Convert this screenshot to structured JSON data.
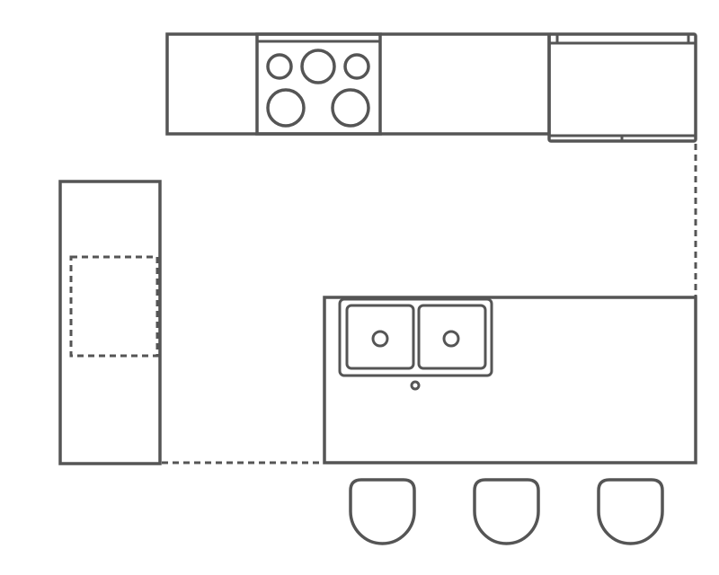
{
  "diagram": {
    "type": "kitchen-floor-plan",
    "stroke_color": "#555555",
    "background": "#ffffff",
    "elements": [
      "back-counter",
      "cooktop",
      "refrigerator",
      "pantry-cabinet",
      "island",
      "double-sink",
      "bar-stools"
    ],
    "cooktop_burners": 5,
    "sink_basins": 2,
    "bar_stools": 3
  }
}
